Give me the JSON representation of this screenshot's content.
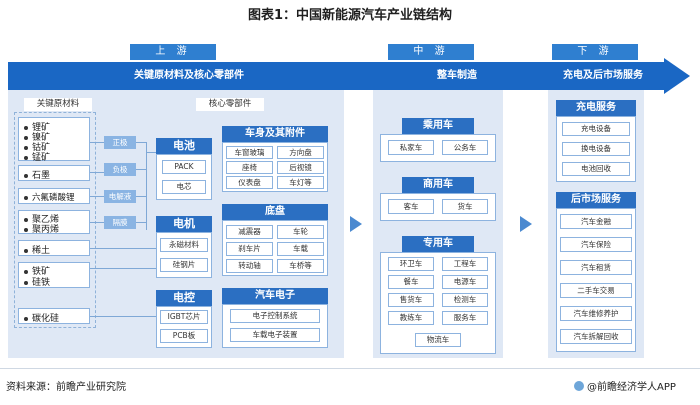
{
  "title": "图表1：中国新能源汽车产业链结构",
  "stages": {
    "upstream": {
      "tab": "上 游",
      "band": "关键原材料及核心零部件"
    },
    "midstream": {
      "tab": "中 游",
      "band": "整车制造"
    },
    "downstream": {
      "tab": "下 游",
      "band": "充电及后市场服务"
    }
  },
  "raw_materials": {
    "label": "关键原材料",
    "groups": [
      [
        "锂矿",
        "镍矿",
        "钴矿",
        "锰矿"
      ],
      [
        "石墨"
      ],
      [
        "六氟磷酸锂"
      ],
      [
        "聚乙烯",
        "聚丙烯"
      ],
      [
        "稀土"
      ],
      [
        "铁矿",
        "硅铁"
      ],
      [
        "碳化硅"
      ]
    ],
    "processes": [
      "正极",
      "负极",
      "电解液",
      "隔膜"
    ]
  },
  "core_parts": {
    "label": "核心零部件",
    "battery": {
      "title": "电池",
      "items": [
        "PACK",
        "电芯"
      ]
    },
    "motor": {
      "title": "电机",
      "items": [
        "永磁材料",
        "硅钢片"
      ]
    },
    "control": {
      "title": "电控",
      "items": [
        "IGBT芯片",
        "PCB板"
      ]
    },
    "body": {
      "title": "车身及其附件",
      "items": [
        "车窗玻璃",
        "方向盘",
        "座椅",
        "后视镜",
        "仪表盘",
        "车灯等"
      ]
    },
    "chassis": {
      "title": "底盘",
      "items": [
        "减震器",
        "车轮",
        "刹车片",
        "车载",
        "转动轴",
        "车桥等"
      ]
    },
    "electronics": {
      "title": "汽车电子",
      "items": [
        "电子控制系统",
        "车载电子装置"
      ]
    }
  },
  "vehicles": {
    "passenger": {
      "title": "乘用车",
      "items": [
        "私家车",
        "公务车"
      ]
    },
    "commercial": {
      "title": "商用车",
      "items": [
        "客车",
        "货车"
      ]
    },
    "special": {
      "title": "专用车",
      "items": [
        "环卫车",
        "工程车",
        "餐车",
        "电源车",
        "售货车",
        "检测车",
        "教练车",
        "服务车",
        "物流车"
      ]
    }
  },
  "services": {
    "charging": {
      "title": "充电服务",
      "items": [
        "充电设备",
        "换电设备",
        "电池回收"
      ]
    },
    "aftermarket": {
      "title": "后市场服务",
      "items": [
        "汽车金融",
        "汽车保险",
        "汽车租赁",
        "二手车交易",
        "汽车维修养护",
        "汽车拆解回收"
      ]
    }
  },
  "footer": {
    "source": "资料来源：前瞻产业研究院",
    "brand": "@前瞻经济学人APP"
  }
}
